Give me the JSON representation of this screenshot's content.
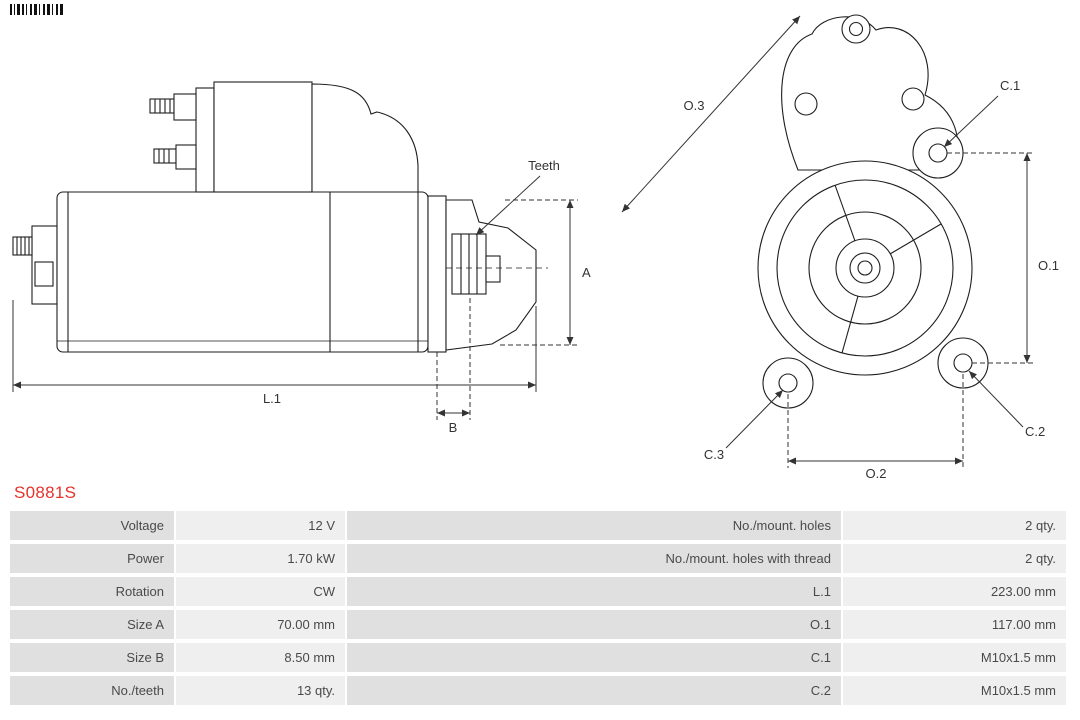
{
  "part_number": "S0881S",
  "colors": {
    "part_number_red": "#e4332b",
    "table_label_bg": "#e0e0e0",
    "table_value_bg": "#efefef",
    "drawing_line": "#1e1e1e"
  },
  "drawing": {
    "labels": {
      "teeth": "Teeth",
      "a": "A",
      "l1": "L.1",
      "b": "B",
      "o1": "O.1",
      "o2": "O.2",
      "o3": "O.3",
      "c1": "C.1",
      "c2": "C.2",
      "c3": "C.3"
    }
  },
  "table": {
    "rows": [
      {
        "left_label": "Voltage",
        "left_value": "12 V",
        "right_label": "No./mount. holes",
        "right_value": "2 qty."
      },
      {
        "left_label": "Power",
        "left_value": "1.70 kW",
        "right_label": "No./mount. holes with thread",
        "right_value": "2 qty."
      },
      {
        "left_label": "Rotation",
        "left_value": "CW",
        "right_label": "L.1",
        "right_value": "223.00 mm"
      },
      {
        "left_label": "Size A",
        "left_value": "70.00 mm",
        "right_label": "O.1",
        "right_value": "117.00 mm"
      },
      {
        "left_label": "Size B",
        "left_value": "8.50 mm",
        "right_label": "C.1",
        "right_value": "M10x1.5 mm"
      },
      {
        "left_label": "No./teeth",
        "left_value": "13 qty.",
        "right_label": "C.2",
        "right_value": "M10x1.5 mm"
      }
    ]
  }
}
